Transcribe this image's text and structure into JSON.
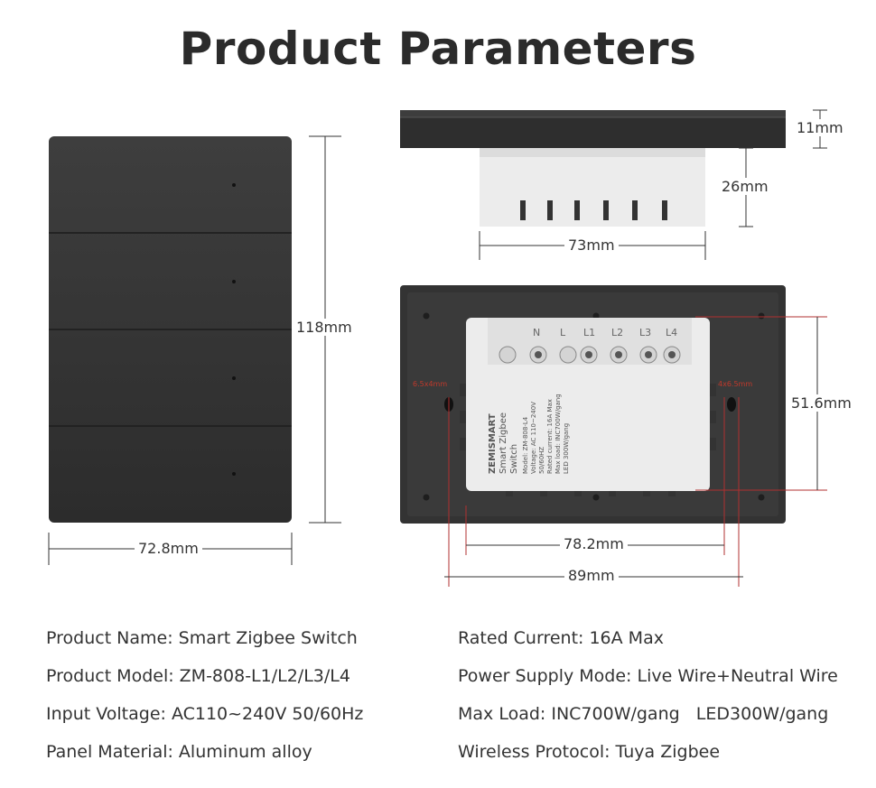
{
  "title": "Product Parameters",
  "dimensions": {
    "front_height": "118mm",
    "front_width": "72.8mm",
    "side_panel_depth": "11mm",
    "side_body_depth": "26mm",
    "side_body_width": "73mm",
    "back_hole_vertical": "51.6mm",
    "back_hole_inner": "78.2mm",
    "back_hole_outer": "89mm",
    "hole_left_label": "6.5x4mm",
    "hole_right_label": "4x6.5mm"
  },
  "module_label": {
    "brand": "ZEMISMART",
    "line1": "Smart Zigbee",
    "line2": "Switch",
    "model": "Model: ZM-808-L4",
    "voltage": "Voltage: AC 110~240V",
    "freq": "50/60HZ",
    "current": "Rated current: 16A Max",
    "max_load": "Max load: INC700W/gang",
    "led": "LED 300W/gang",
    "terminals": [
      "N",
      "L",
      "L1",
      "L2",
      "L3",
      "L4"
    ]
  },
  "specs_left": [
    "Product Name: Smart Zigbee Switch",
    "Product Model: ZM-808-L1/L2/L3/L4",
    "Input Voltage: AC110~240V 50/60Hz",
    "Panel Material: Aluminum alloy"
  ],
  "specs_right": [
    "Rated Current: 16A Max",
    "Power Supply Mode: Live Wire+Neutral Wire",
    "Max Load: INC700W/gang   LED300W/gang",
    "Wireless Protocol: Tuya Zigbee"
  ],
  "colors": {
    "panel": "#353535",
    "module": "#e9e9e9",
    "dimension_red": "#b03030"
  }
}
